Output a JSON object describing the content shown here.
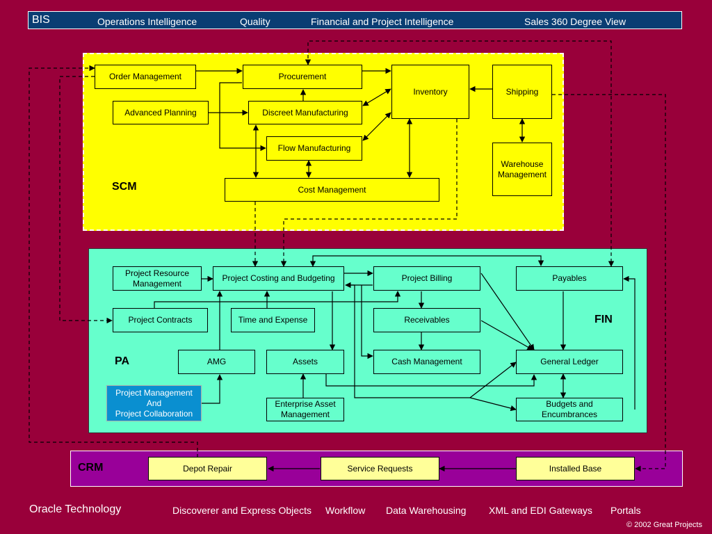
{
  "header": {
    "title": "BIS",
    "items": [
      "Operations Intelligence",
      "Quality",
      "Financial and Project Intelligence",
      "Sales 360 Degree View"
    ]
  },
  "scm": {
    "label": "SCM",
    "order_management": "Order Management",
    "procurement": "Procurement",
    "inventory": "Inventory",
    "shipping": "Shipping",
    "advanced_planning": "Advanced Planning",
    "discreet_manufacturing": "Discreet Manufacturing",
    "flow_manufacturing": "Flow Manufacturing",
    "warehouse_management": "Warehouse Management",
    "cost_management": "Cost Management"
  },
  "pa": {
    "label": "PA",
    "project_resource_management": "Project Resource Management",
    "project_costing": "Project Costing and Budgeting",
    "project_contracts": "Project Contracts",
    "time_and_expense": "Time and Expense",
    "amg": "AMG",
    "assets": "Assets",
    "enterprise_asset_management": "Enterprise Asset Management",
    "project_management_line1": "Project Management",
    "project_management_line2": "And",
    "project_management_line3": "Project Collaboration"
  },
  "fin": {
    "label": "FIN",
    "project_billing": "Project Billing",
    "receivables": "Receivables",
    "cash_management": "Cash Management",
    "payables": "Payables",
    "general_ledger": "General Ledger",
    "budgets": "Budgets and Encumbrances"
  },
  "crm": {
    "label": "CRM",
    "depot_repair": "Depot Repair",
    "service_requests": "Service Requests",
    "installed_base": "Installed Base"
  },
  "footer": {
    "title": "Oracle Technology",
    "items": [
      "Discoverer and Express Objects",
      "Workflow",
      "Data Warehousing",
      "XML and EDI Gateways",
      "Portals"
    ],
    "copyright": "© 2002 Great Projects"
  },
  "colors": {
    "background": "#99003a",
    "bis_bar": "#0a3d73",
    "scm": "#ffff00",
    "pa": "#66ffcc",
    "crm": "#990099",
    "crm_box": "#ffff99",
    "highlight": "#0a8fd0"
  }
}
